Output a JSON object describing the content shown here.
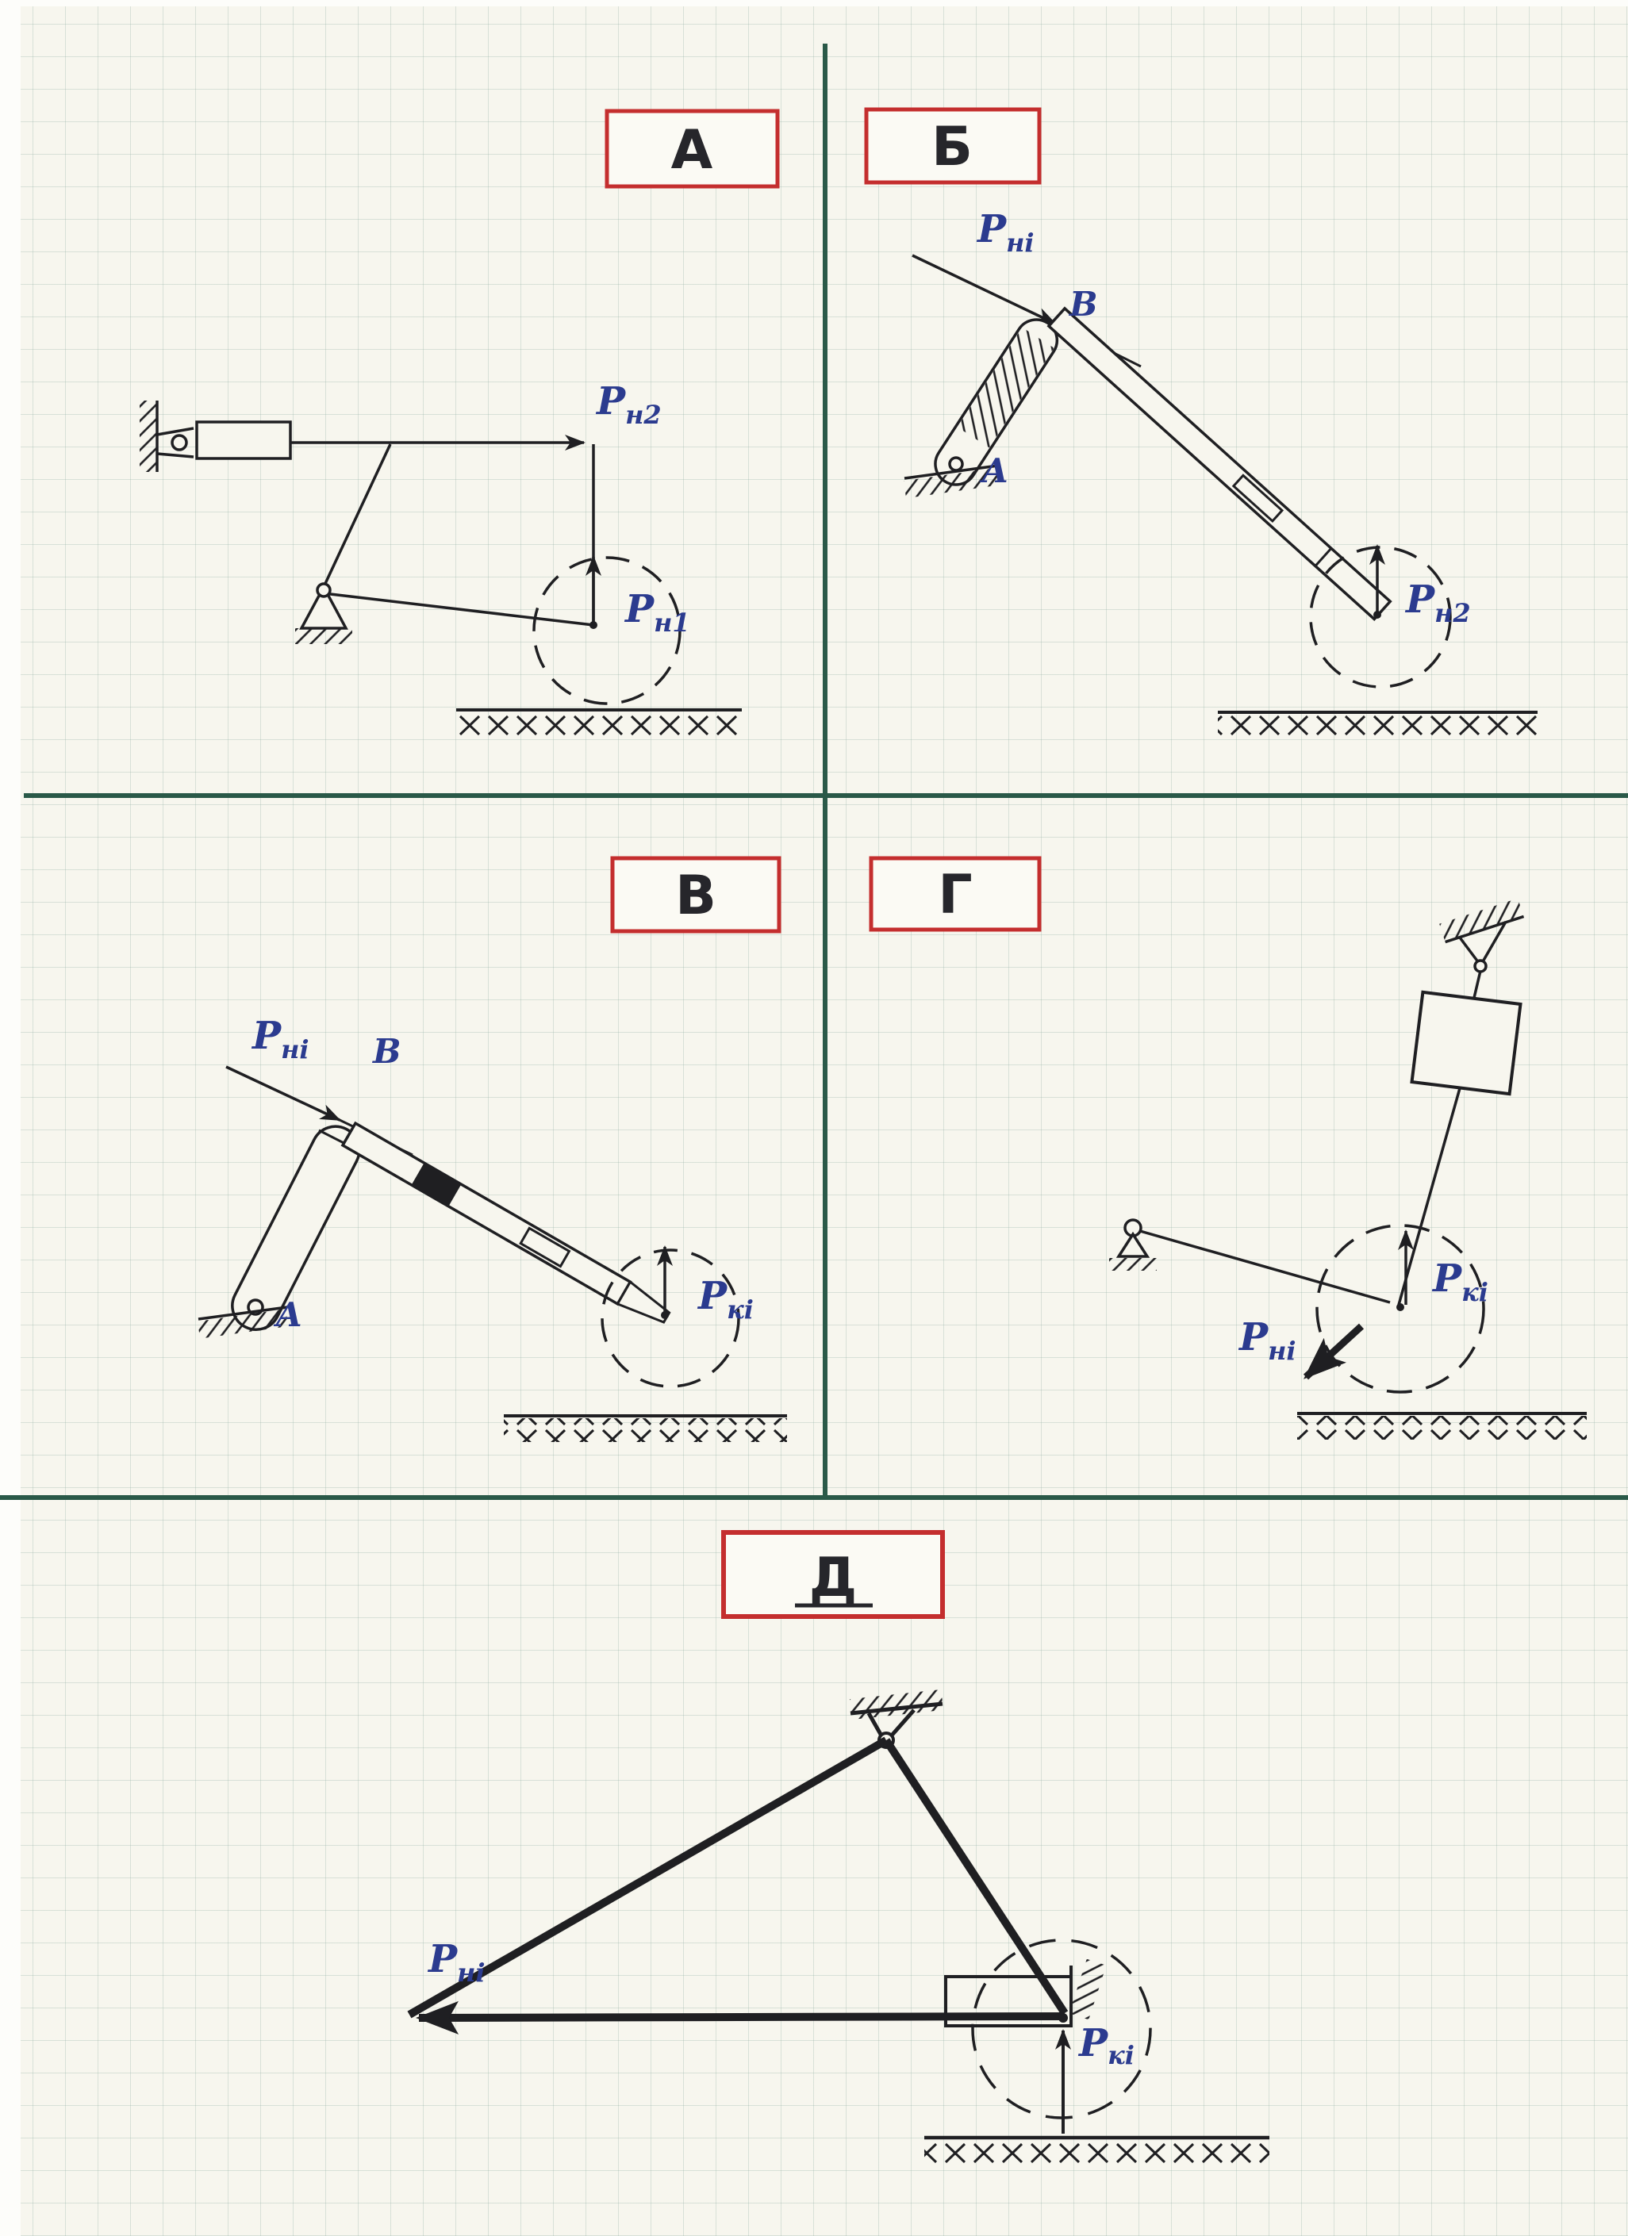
{
  "title": "Hand-drawn sheet of five mechanism force diagrams on graph paper",
  "colors": {
    "paper": "#f7f6ee",
    "ink": "#1f1f22",
    "blue_ink": "#2b3b8f",
    "red_box": "#c42e2e",
    "green_divider": "#2a5948"
  },
  "panels": {
    "a": {
      "label": "А",
      "force_top": {
        "base": "Р",
        "sub": "н2"
      },
      "force_wheel": {
        "base": "Р",
        "sub": "н1"
      }
    },
    "b": {
      "label": "Б",
      "force_line": {
        "base": "Р",
        "sub": "нi"
      },
      "point_b": "B",
      "point_a": "A",
      "force_wheel": {
        "base": "Р",
        "sub": "н2"
      }
    },
    "v": {
      "label": "В",
      "force_line": {
        "base": "Р",
        "sub": "нi"
      },
      "point_b": "B",
      "point_a": "A",
      "force_wheel": {
        "base": "Р",
        "sub": "кi"
      }
    },
    "g": {
      "label": "Г",
      "force_wheel": {
        "base": "Р",
        "sub": "кi"
      },
      "force_line": {
        "base": "Р",
        "sub": "нi"
      }
    },
    "d": {
      "label": "Д",
      "force_line": {
        "base": "Р",
        "sub": "нi"
      },
      "force_wheel": {
        "base": "Р",
        "sub": "кi"
      }
    }
  }
}
